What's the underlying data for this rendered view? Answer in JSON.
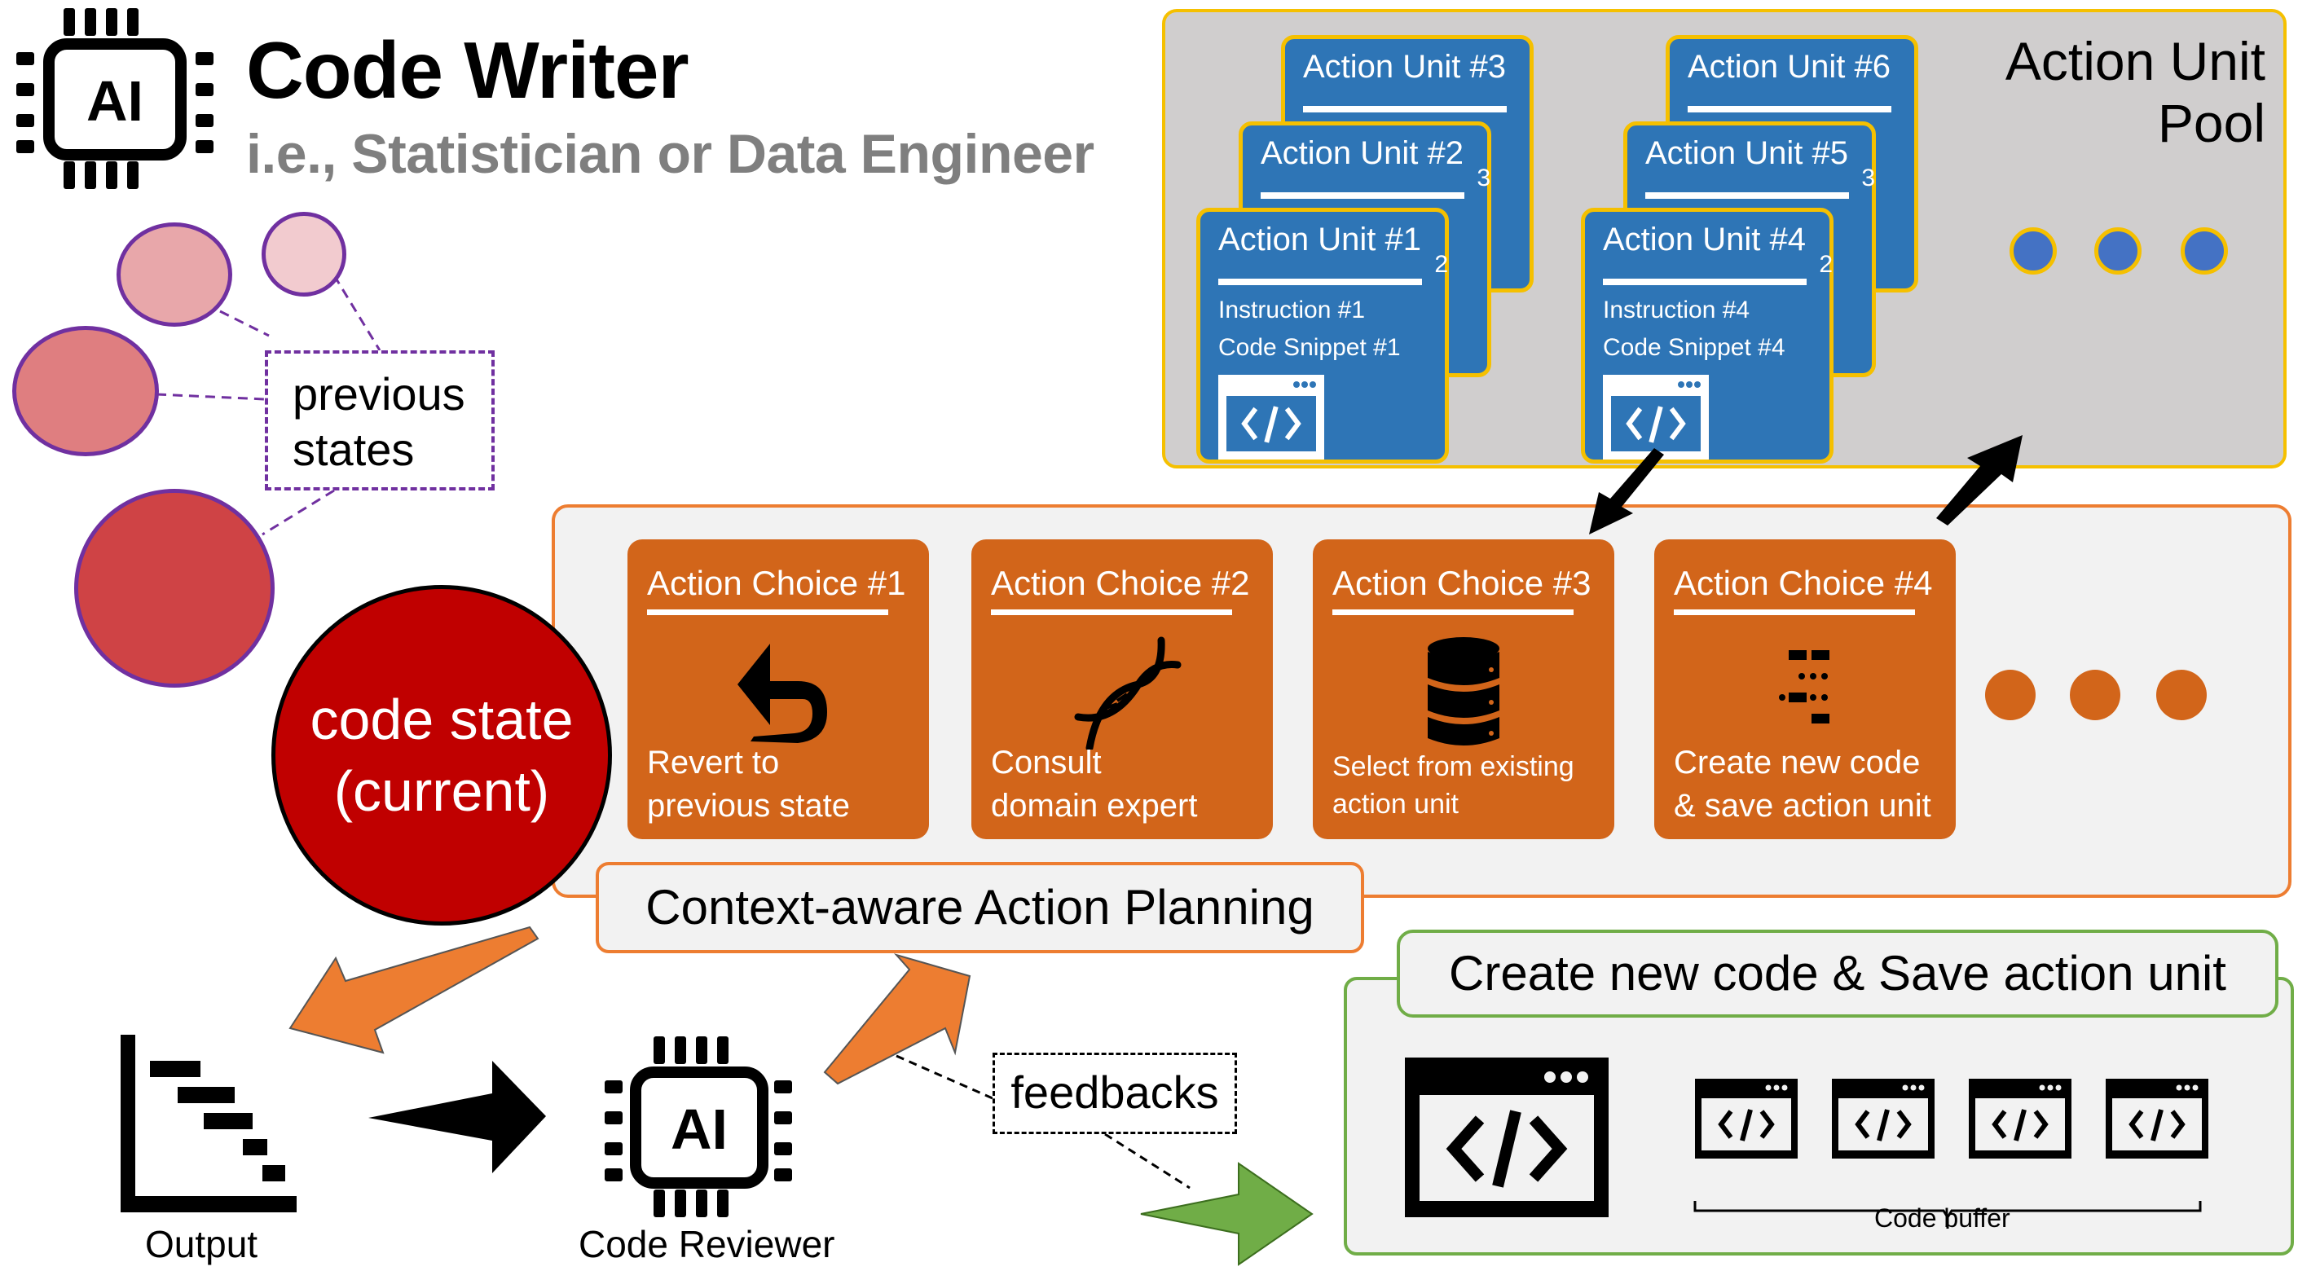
{
  "header": {
    "title": "Code Writer",
    "subtitle": "i.e., Statistician or Data Engineer",
    "icon": "ai-chip-icon"
  },
  "pool": {
    "title_line1": "Action Unit",
    "title_line2": "Pool",
    "border_color": "#f5c000",
    "unit_color": "#2e75b6",
    "units": [
      {
        "title": "Action Unit #3"
      },
      {
        "title": "Action Unit #2",
        "stack_mark": "3"
      },
      {
        "title": "Action Unit #1",
        "stack_mark": "2",
        "instruction": "Instruction #1",
        "snippet": "Code Snippet #1",
        "icon": "code-window-icon"
      },
      {
        "title": "Action Unit #6"
      },
      {
        "title": "Action Unit #5",
        "stack_mark": "3"
      },
      {
        "title": "Action Unit #4",
        "stack_mark": "2",
        "instruction": "Instruction #4",
        "snippet": "Code Snippet #4",
        "icon": "code-window-icon"
      }
    ],
    "ellipsis_dot_color": "#4472c4"
  },
  "states": {
    "previous_label_line1": "previous",
    "previous_label_line2": "states",
    "current_line1": "code state",
    "current_line2": "(current)",
    "current_color": "#c00000",
    "previous_colors": [
      "#f2cbcf",
      "#e8a7aa",
      "#df7e80",
      "#cf4345"
    ]
  },
  "planning": {
    "label": "Context-aware Action Planning",
    "border_color": "#ed7d31",
    "choice_color": "#d2651a",
    "choices": [
      {
        "title": "Action Choice #1",
        "desc_line1": "Revert to",
        "desc_line2": "previous state",
        "icon": "undo-arrow-icon"
      },
      {
        "title": "Action Choice #2",
        "desc_line1": "Consult",
        "desc_line2": "domain expert",
        "icon": "dna-icon"
      },
      {
        "title": "Action Choice #3",
        "desc_line1": "Select from existing",
        "desc_line2": "action unit",
        "icon": "database-icon"
      },
      {
        "title": "Action Choice #4",
        "desc_line1": "Create new code",
        "desc_line2": "& save action unit",
        "icon": "code-blocks-icon"
      }
    ]
  },
  "bottom": {
    "output_label": "Output",
    "reviewer_label": "Code Reviewer",
    "feedback_label": "feedbacks"
  },
  "create": {
    "title": "Create new code & Save action unit",
    "buffer_label": "Code buffer",
    "buffer_count": 4,
    "border_color": "#70ad47"
  }
}
